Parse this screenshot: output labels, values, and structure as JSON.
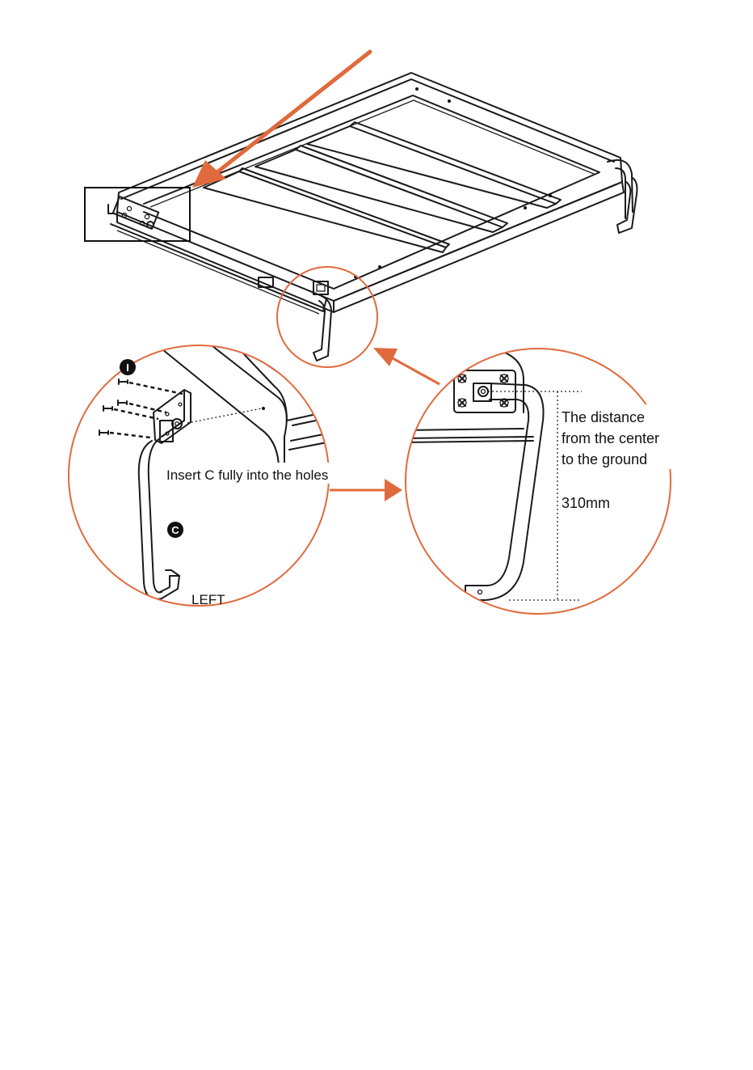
{
  "callouts": {
    "insert_instruction": "Insert C fully into the holes",
    "side_label": "LEFT",
    "distance_line1": "The distance",
    "distance_line2": "from the center",
    "distance_line3": "to the ground",
    "measurement": "310mm"
  },
  "parts": {
    "screw_marker": "I",
    "leg_marker": "C"
  },
  "colors": {
    "accent": "#e06a3c",
    "line": "#1a1a1a",
    "background": "#ffffff"
  }
}
